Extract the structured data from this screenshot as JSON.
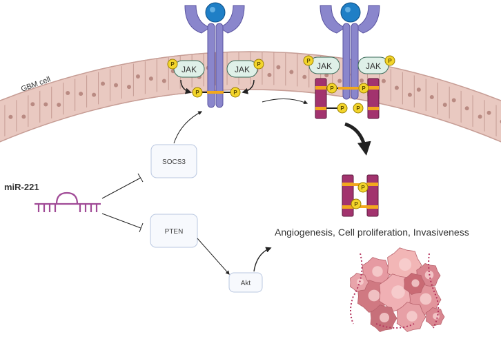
{
  "labels": {
    "cell": "GBM cell",
    "mirna": "miR-221",
    "socs3": "SOCS3",
    "pten": "PTEN",
    "akt": "Akt",
    "outcome": "Angiogenesis,  Cell proliferation, Invasiveness",
    "jak": "JAK",
    "phospho": "P"
  },
  "colors": {
    "membrane": "#e9c9c1",
    "membrane_stroke": "#c79e96",
    "nucleus": "#b98a82",
    "receptor": "#8a86cc",
    "receptor_stroke": "#5a54a0",
    "ligand": "#1f7fc6",
    "jak_fill": "#dff0e8",
    "jak_stroke": "#3a6a58",
    "phosphate": "#f3d52b",
    "stat": "#a2336e",
    "stat_band": "#f2a81d",
    "mirna": "#a04a96",
    "box_stroke": "#b9c7e0",
    "box_fill": "#f7f9fd",
    "tumor": "#e79aa0"
  }
}
